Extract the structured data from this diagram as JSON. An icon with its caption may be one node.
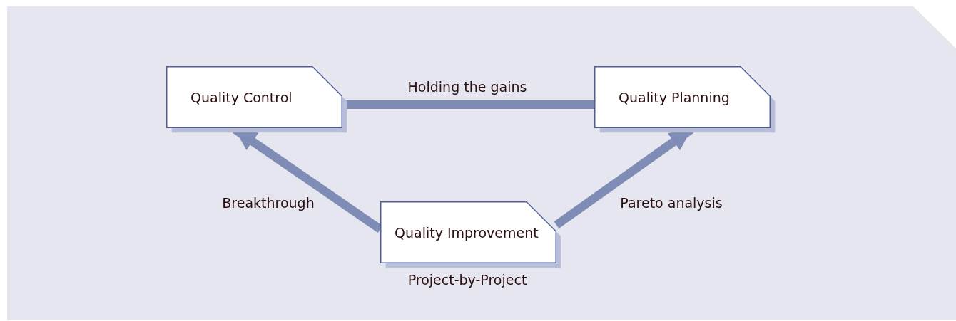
{
  "diagram": {
    "nodes": [
      {
        "text": [
          "Quality Control"
        ]
      },
      {
        "text": [
          "Quality Planning"
        ]
      },
      {
        "text": [
          "Quality Improvement"
        ],
        "beside": [
          "Project-by-Project"
        ]
      }
    ],
    "edges": [
      {
        "from": 0,
        "to": 1,
        "arrow": "none",
        "label": "Holding the gains"
      },
      {
        "from": 2,
        "to": 0,
        "arrow": "to",
        "label": "Breakthrough"
      },
      {
        "from": 2,
        "to": 1,
        "arrow": "to",
        "label": "Pareto analysis"
      }
    ]
  }
}
